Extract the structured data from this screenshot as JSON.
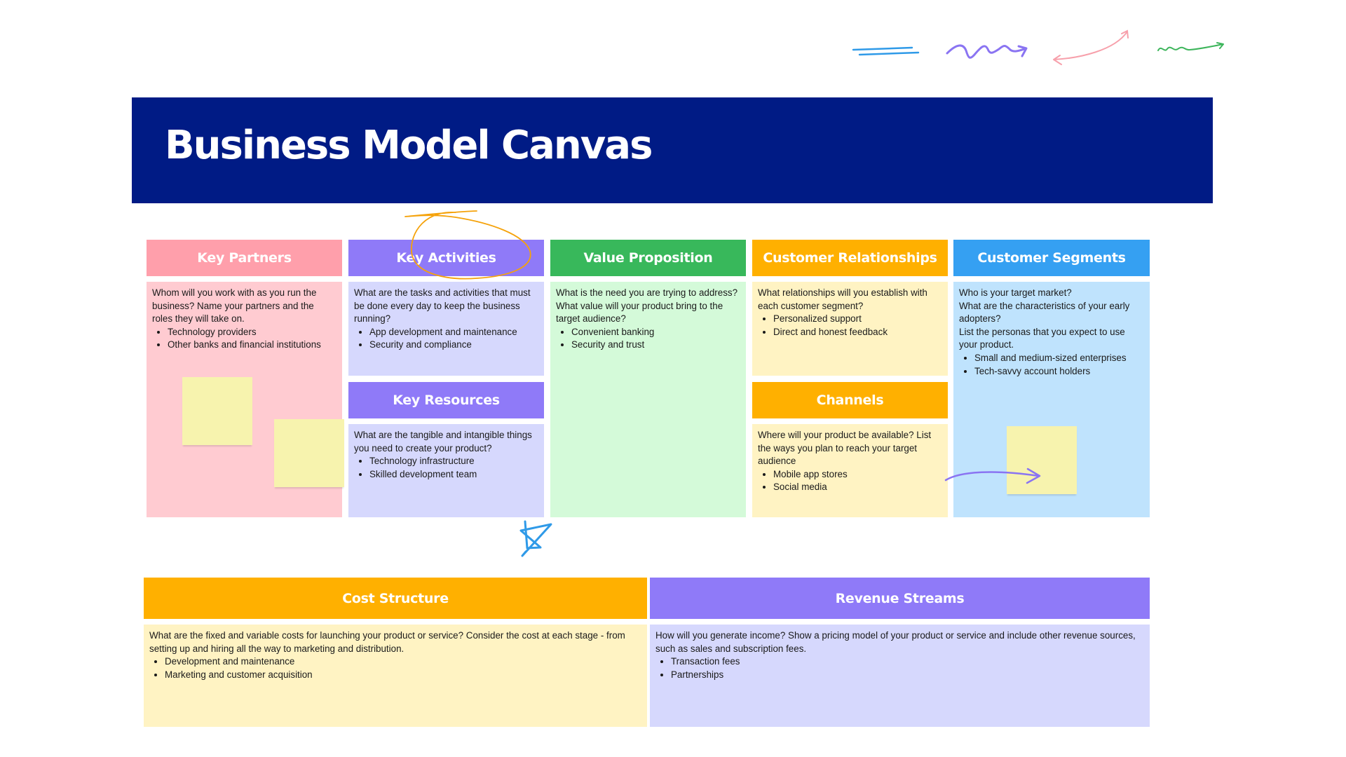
{
  "title": "Business Model Canvas",
  "colors": {
    "title_bg": "#001b85",
    "pink_head": "#ff9fab",
    "pink_body": "#ffcbd1",
    "purple_head": "#8f7af8",
    "purple_body": "#d6d8fd",
    "green_head": "#38b85b",
    "green_body": "#d4fad9",
    "orange_head": "#ffb000",
    "orange_body": "#fff3c3",
    "blue_head": "#35a0f2",
    "blue_body": "#bfe3fd",
    "sticky": "#f7f3ae"
  },
  "sections": {
    "key_partners": {
      "label": "Key Partners",
      "prompt": "Whom will you work with as you run the business? Name your partners and the roles they will take on.",
      "items": [
        "Technology providers",
        "Other banks and financial institutions"
      ]
    },
    "key_activities": {
      "label": "Key Activities",
      "prompt": "What are the tasks and activities that must be done every day to keep the business running?",
      "items": [
        "App development and maintenance",
        "Security and compliance"
      ]
    },
    "key_resources": {
      "label": "Key Resources",
      "prompt": "What are the tangible and intangible things you need to create your product?",
      "items": [
        "Technology infrastructure",
        "Skilled development team"
      ]
    },
    "value_proposition": {
      "label": "Value Proposition",
      "prompt": "What is the need you are trying to address? What value will your product bring to the target audience?",
      "items": [
        "Convenient banking",
        "Security and trust"
      ]
    },
    "customer_relationships": {
      "label": "Customer Relationships",
      "prompt": "What relationships will you establish with each customer segment?",
      "items": [
        "Personalized support",
        "Direct and honest feedback"
      ]
    },
    "channels": {
      "label": "Channels",
      "prompt": "Where will your product be available? List the ways you plan to reach your target audience",
      "items": [
        "Mobile app stores",
        "Social media"
      ]
    },
    "customer_segments": {
      "label": "Customer Segments",
      "prompt_lines": [
        "Who is your target market?",
        "What are the characteristics of your early adopters?",
        "List the personas that you expect to use your product."
      ],
      "items": [
        "Small and medium-sized enterprises",
        "Tech-savvy account holders"
      ]
    },
    "cost_structure": {
      "label": "Cost Structure",
      "prompt": "What are the fixed and variable costs for launching your product or service? Consider the cost at each stage - from setting up and hiring all the way to marketing and distribution.",
      "items": [
        "Development and maintenance",
        "Marketing and customer acquisition"
      ]
    },
    "revenue_streams": {
      "label": "Revenue Streams",
      "prompt": "How will you generate income? Show a pricing model of your product or service and include other revenue sources, such as sales and subscription fees.",
      "items": [
        "Transaction fees",
        "Partnerships"
      ]
    }
  }
}
